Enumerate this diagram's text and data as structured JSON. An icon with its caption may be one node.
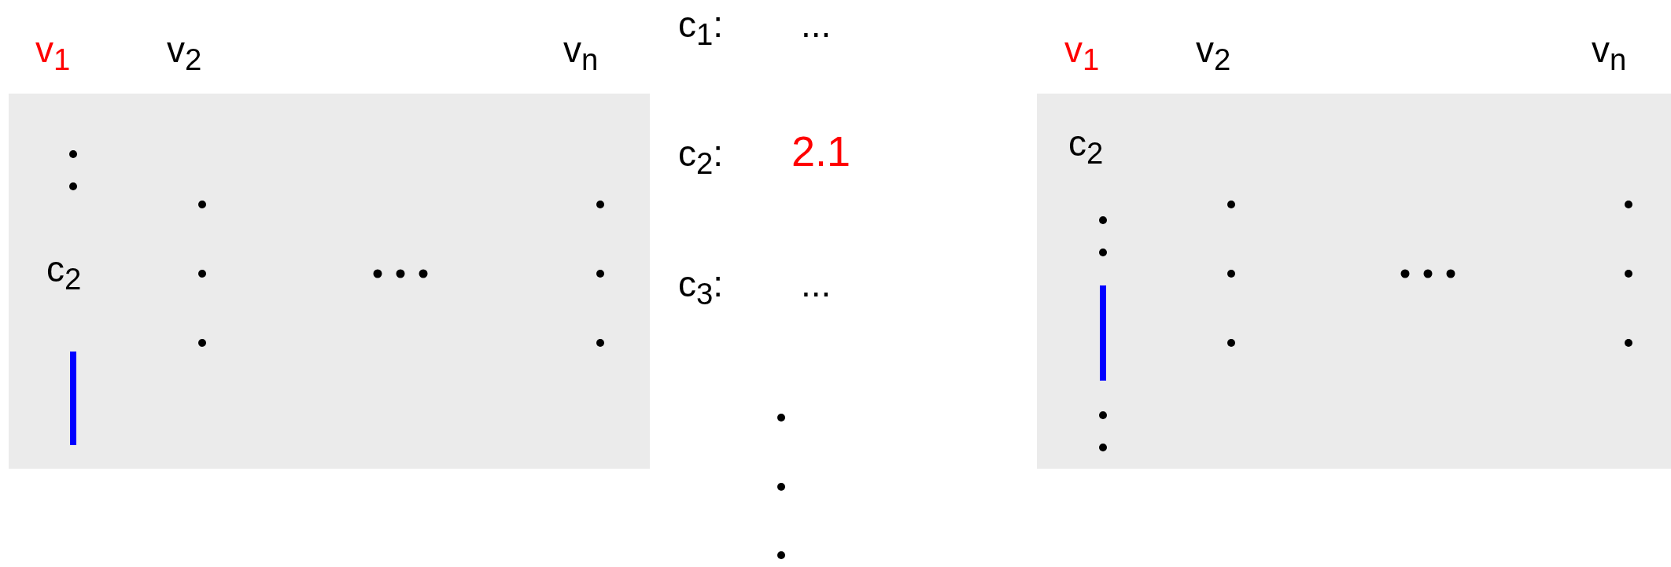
{
  "diagram": {
    "nodes": [
      {
        "text": [
          "c$_{2}$"
        ]
      },
      {
        "text": [
          "c$_{2}$"
        ]
      }
    ],
    "labels": [
      "v$_{1}$",
      "v$_{2}$",
      "v$_{n}$",
      "c$_{1}$:",
      "...",
      "c$_{2}$:",
      "2.1",
      "c$_{3}$:",
      "...",
      "v$_{1}$",
      "v$_{2}$",
      "v$_{n}$"
    ]
  }
}
